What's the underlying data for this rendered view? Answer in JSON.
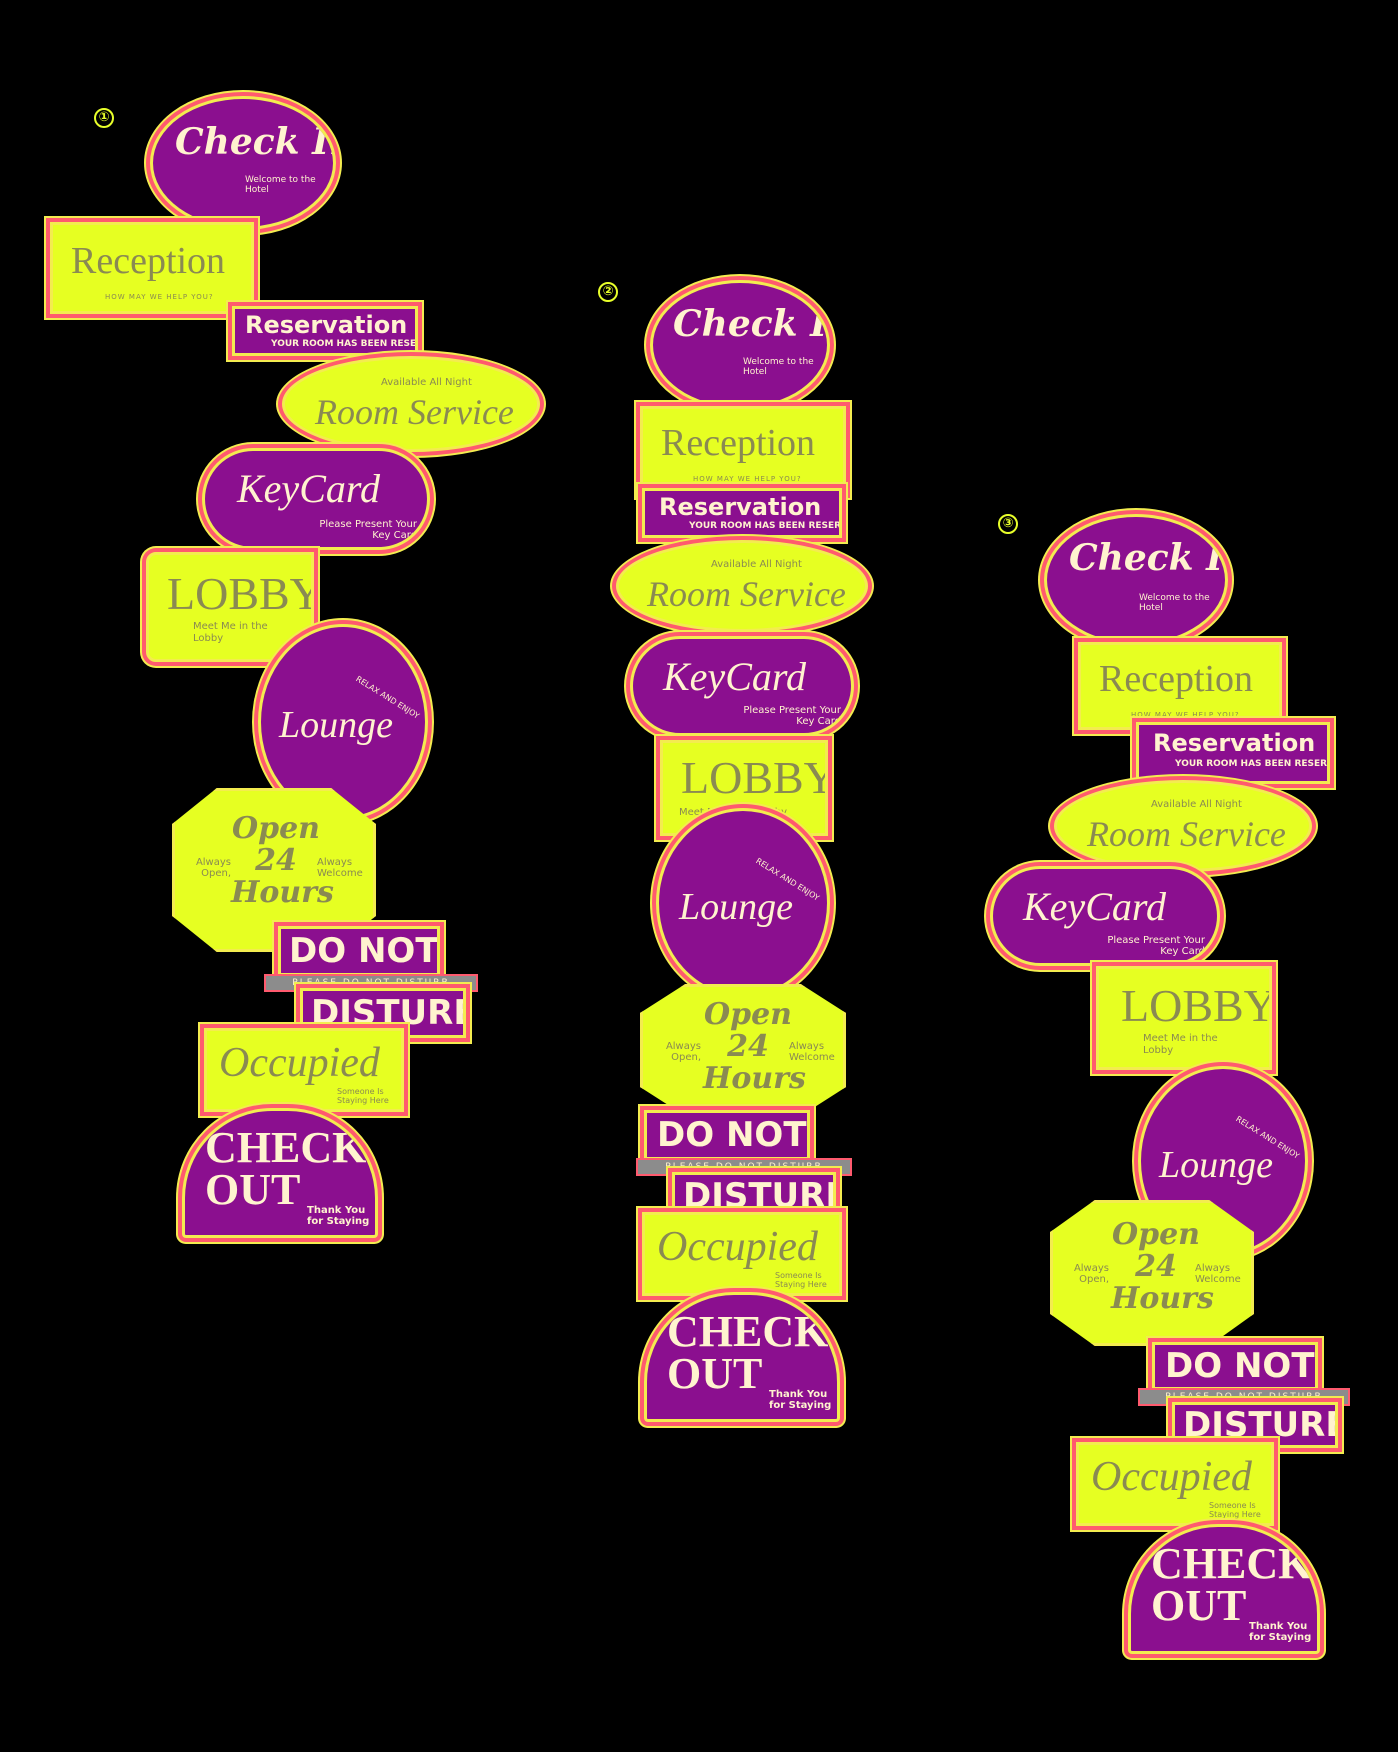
{
  "variants": [
    {
      "number": "①"
    },
    {
      "number": "②"
    },
    {
      "number": "③"
    }
  ],
  "signs": {
    "check_in": {
      "title": "Check In",
      "sub": "Welcome to the Hotel"
    },
    "reception": {
      "title": "Reception",
      "sub": "HOW MAY WE HELP YOU?"
    },
    "reservation": {
      "title": "Reservation",
      "sub": "YOUR ROOM HAS BEEN RESERVED"
    },
    "room_service": {
      "top": "Available All Night",
      "title": "Room Service"
    },
    "key_card": {
      "title": "KeyCard",
      "sub": "Please Present Your Key Card"
    },
    "lobby": {
      "title": "LOBBY",
      "sub": "Meet Me in the Lobby"
    },
    "lounge": {
      "title": "Lounge",
      "sub": "RELAX AND ENJOY"
    },
    "open24": {
      "title": "Open 24 Hours",
      "left": "Always Open,",
      "right": "Always Welcome"
    },
    "dnd": {
      "top": "DO NOT",
      "band": "PLEASE DO NOT DISTURB",
      "bottom": "DISTURB"
    },
    "occupied": {
      "title": "Occupied",
      "sub": "Someone Is Staying Here"
    },
    "check_out": {
      "title": "CHECK OUT",
      "sub": "Thank You for Staying"
    }
  },
  "colors": {
    "purple": "#8b0f8f",
    "lime": "#e6ff22",
    "outline": "#ff5a6e",
    "text_cream": "#fff3cf",
    "text_olive": "#8a8a52"
  }
}
